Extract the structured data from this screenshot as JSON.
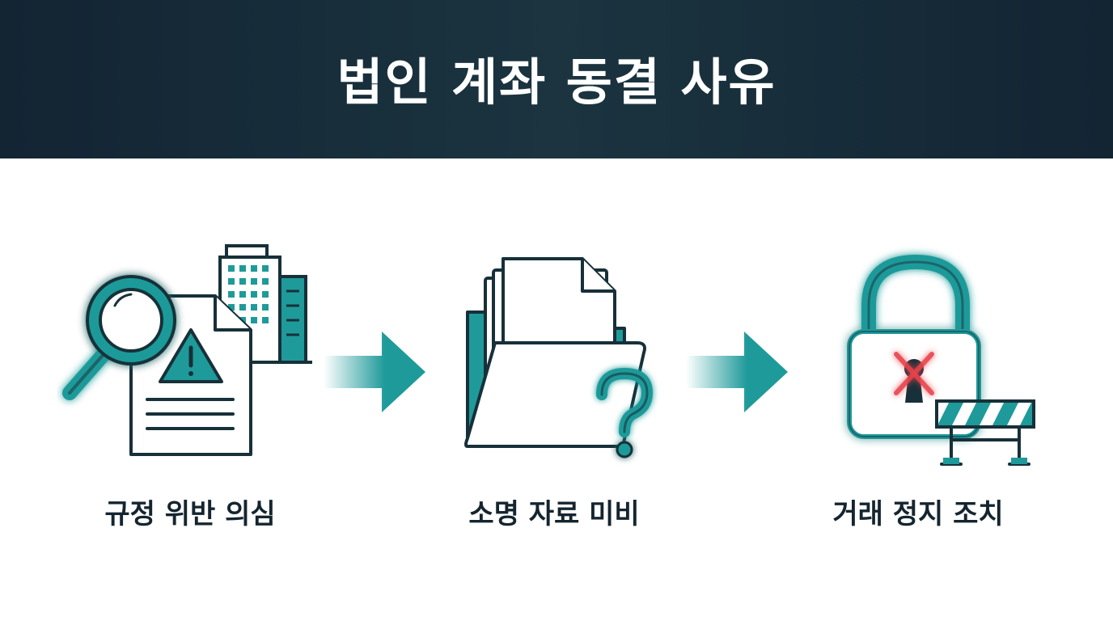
{
  "header": {
    "title": "법인 계좌 동결 사유"
  },
  "steps": [
    {
      "label": "규정 위반 의심",
      "icon": "document-warning-icon"
    },
    {
      "label": "소명 자료 미비",
      "icon": "folder-question-icon"
    },
    {
      "label": "거래 정지 조치",
      "icon": "lock-barrier-icon"
    }
  ],
  "colors": {
    "header_bg": "#132433",
    "teal": "#1f9a9a",
    "outline": "#173039",
    "alert_red": "#e8424a"
  }
}
